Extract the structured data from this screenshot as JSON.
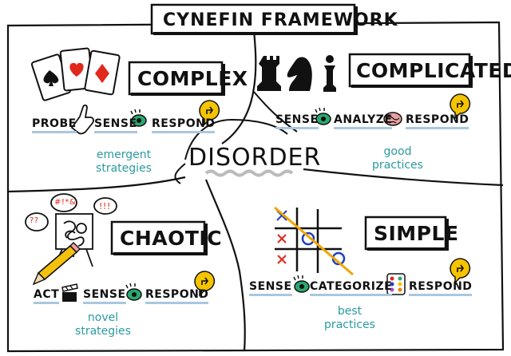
{
  "title": "CYNEFIN FRAMEWORK",
  "center_label": "DISORDER",
  "domains": {
    "complex": {
      "label": "COMPLEX",
      "steps": [
        "PROBE",
        "SENSE",
        "RESPOND"
      ],
      "note": [
        "emergent",
        "strategies"
      ]
    },
    "complicated": {
      "label": "COMPLICATED",
      "steps": [
        "SENSE",
        "ANALYZE",
        "RESPOND"
      ],
      "note": [
        "good",
        "practices"
      ]
    },
    "chaotic": {
      "label": "CHAOTIC",
      "steps": [
        "ACT",
        "SENSE",
        "RESPOND"
      ],
      "note": [
        "novel",
        "strategies"
      ],
      "doodle_text": [
        "#!*&",
        "??",
        "!!!"
      ]
    },
    "simple": {
      "label": "SIMPLE",
      "steps": [
        "SENSE",
        "CATEGORIZE",
        "RESPOND"
      ],
      "note": [
        "best",
        "practices"
      ]
    }
  },
  "colors": {
    "ink": "#111111",
    "note_teal": "#2b9aa0",
    "underline_blue": "#a9c7df",
    "respond_yellow": "#f5c400",
    "eye_green": "#2aa870",
    "card_red": "#e0281c",
    "pencil_yellow": "#f4c20d",
    "tictactoe_blue": "#1f3fbf",
    "tictactoe_red": "#e0281c",
    "tictactoe_orange": "#f0a500"
  }
}
